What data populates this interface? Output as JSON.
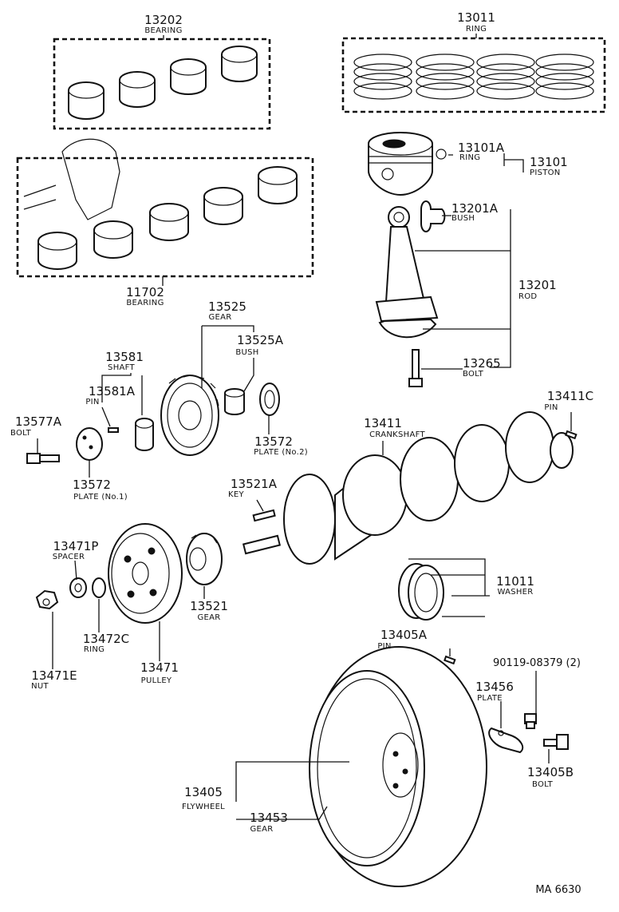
{
  "diagram_code": "MA 6630",
  "parts": [
    {
      "id": "p13202",
      "number": "13202",
      "name": "BEARING"
    },
    {
      "id": "p13011",
      "number": "13011",
      "name": "RING"
    },
    {
      "id": "p13101A",
      "number": "13101A",
      "name": "RING"
    },
    {
      "id": "p13101",
      "number": "13101",
      "name": "PISTON"
    },
    {
      "id": "p13201A",
      "number": "13201A",
      "name": "BUSH"
    },
    {
      "id": "p13201",
      "number": "13201",
      "name": "ROD"
    },
    {
      "id": "p13265",
      "number": "13265",
      "name": "BOLT"
    },
    {
      "id": "p11702",
      "number": "11702",
      "name": "BEARING"
    },
    {
      "id": "p13525",
      "number": "13525",
      "name": "GEAR"
    },
    {
      "id": "p13525A",
      "number": "13525A",
      "name": "BUSH"
    },
    {
      "id": "p13581",
      "number": "13581",
      "name": "SHAFT"
    },
    {
      "id": "p13581A",
      "number": "13581A",
      "name": "PIN"
    },
    {
      "id": "p13577A",
      "number": "13577A",
      "name": "BOLT"
    },
    {
      "id": "p13572b",
      "number": "13572",
      "name": "PLATE (No.2)"
    },
    {
      "id": "p13572a",
      "number": "13572",
      "name": "PLATE (No.1)"
    },
    {
      "id": "p13411C",
      "number": "13411C",
      "name": "PIN"
    },
    {
      "id": "p13411",
      "number": "13411",
      "name": "CRANKSHAFT"
    },
    {
      "id": "p13521A",
      "number": "13521A",
      "name": "KEY"
    },
    {
      "id": "p13471P",
      "number": "13471P",
      "name": "SPACER"
    },
    {
      "id": "p11011",
      "number": "11011",
      "name": "WASHER"
    },
    {
      "id": "p13521",
      "number": "13521",
      "name": "GEAR"
    },
    {
      "id": "p13472C",
      "number": "13472C",
      "name": "RING"
    },
    {
      "id": "p13471E",
      "number": "13471E",
      "name": "NUT"
    },
    {
      "id": "p13471",
      "number": "13471",
      "name": "PULLEY"
    },
    {
      "id": "p13405A",
      "number": "13405A",
      "name": "PIN"
    },
    {
      "id": "p90119",
      "number": "90119-08379 (2)",
      "name": ""
    },
    {
      "id": "p13456",
      "number": "13456",
      "name": "PLATE"
    },
    {
      "id": "p13405",
      "number": "13405",
      "name": "FLYWHEEL"
    },
    {
      "id": "p13453",
      "number": "13453",
      "name": "GEAR"
    },
    {
      "id": "p13405B",
      "number": "13405B",
      "name": "BOLT"
    }
  ]
}
